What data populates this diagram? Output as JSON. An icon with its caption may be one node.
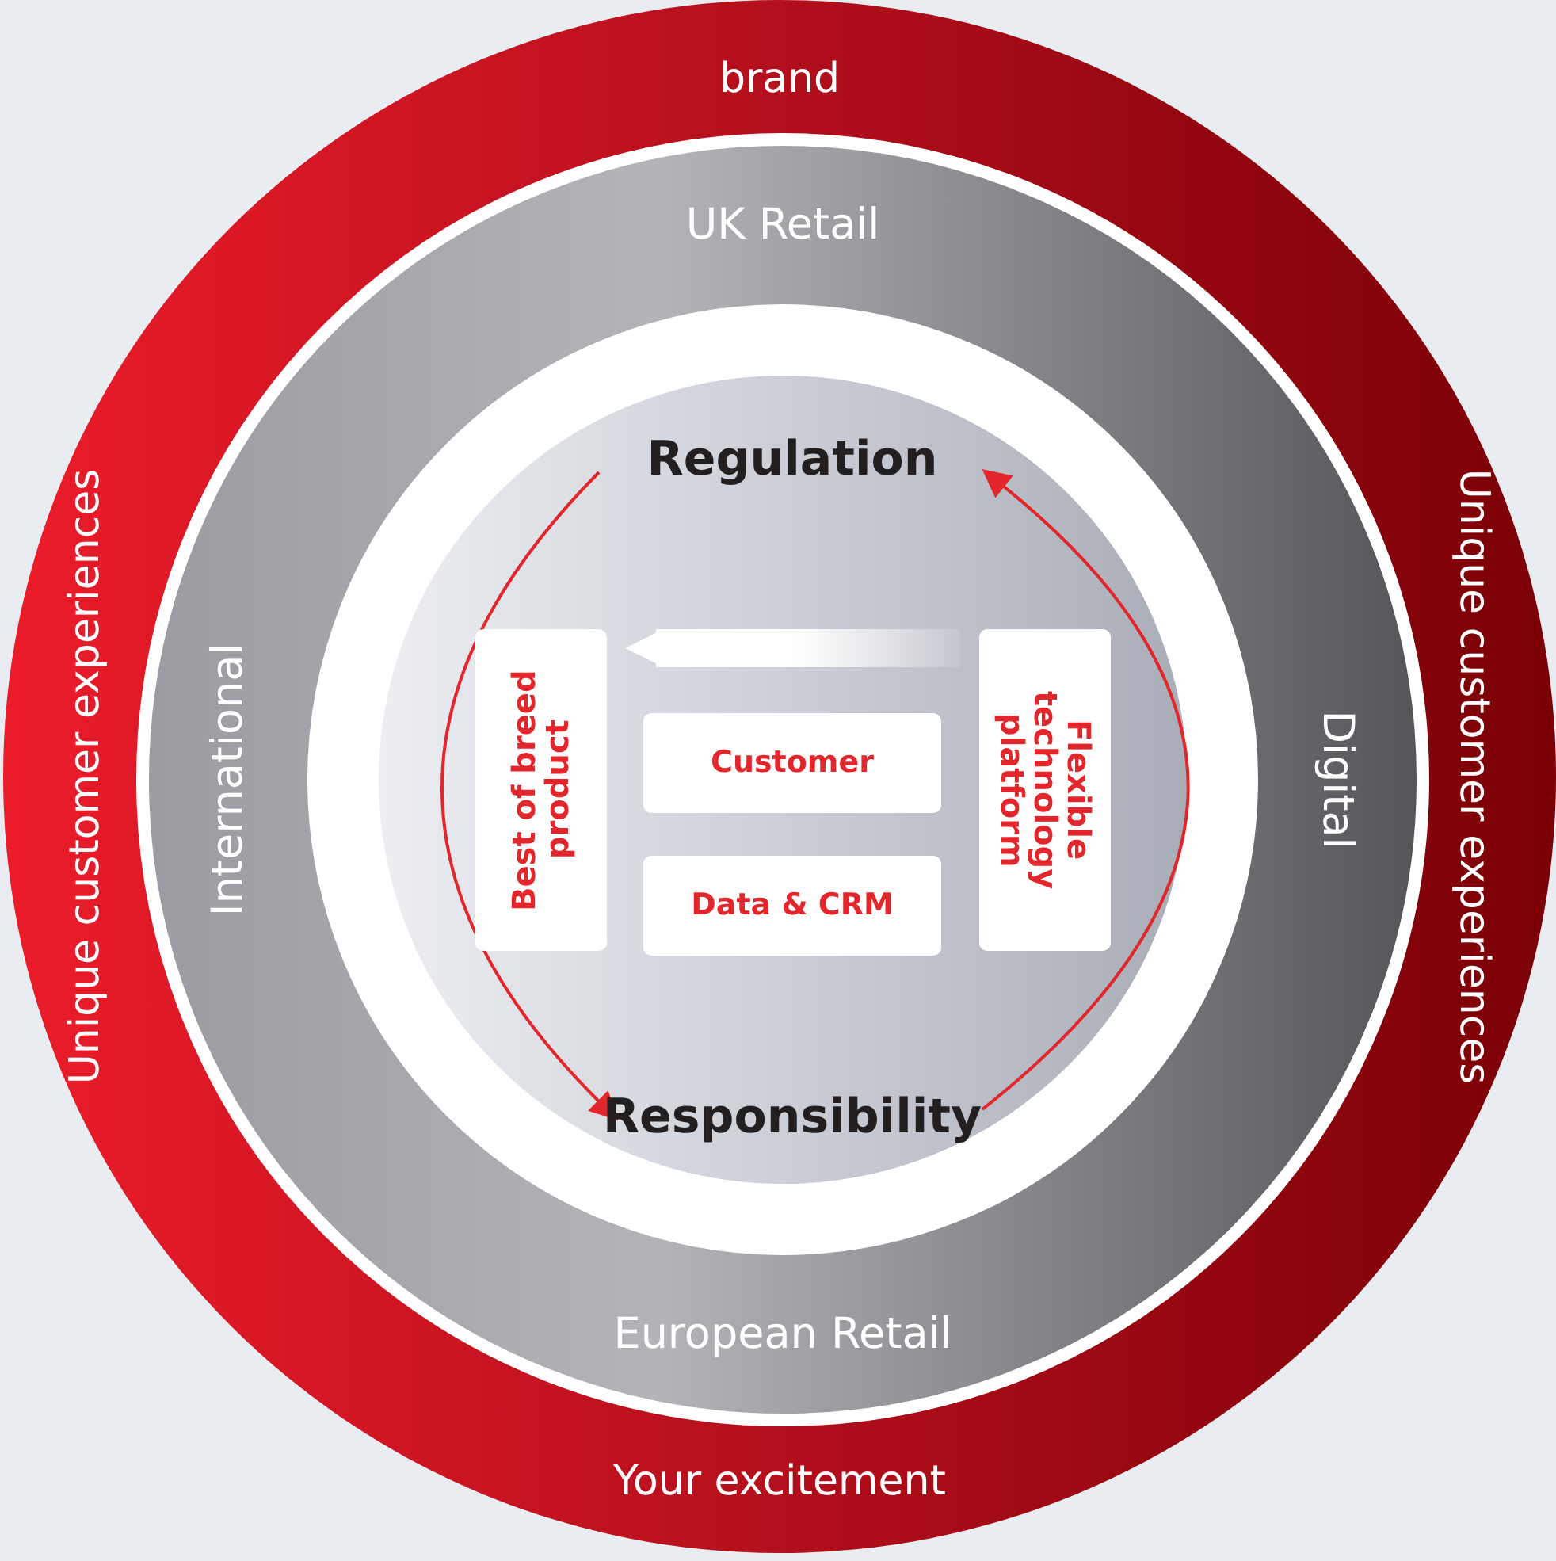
{
  "diagram": {
    "nodes": [
      {
        "text": [
          "brand",
          "Unique customer experiences",
          "Unique customer experiences",
          "Your excitement"
        ]
      },
      {
        "text": [
          "UK Retail",
          "International",
          "Digital",
          "European Retail"
        ],
        "in": 0
      },
      {
        "text": [],
        "shape": "circle",
        "in": 1
      },
      {
        "text": [
          "Regulation"
        ],
        "in": 2
      },
      {
        "text": [
          "Best of breed product"
        ],
        "in": 2
      },
      {
        "text": [
          "Customer"
        ],
        "in": 2
      },
      {
        "text": [
          "Data & CRM"
        ],
        "in": 2
      },
      {
        "text": [
          "Flexible technology platform"
        ],
        "in": 2
      },
      {
        "text": [
          "Responsibility"
        ],
        "in": 2
      }
    ],
    "edges": [
      {
        "from": 3,
        "to": 8,
        "arrow": "to"
      },
      {
        "from": 8,
        "to": 3,
        "arrow": "to"
      },
      {
        "from": 7,
        "to": 4,
        "arrow": "to",
        "style": "thick",
        "color": "#ffffff"
      }
    ]
  }
}
